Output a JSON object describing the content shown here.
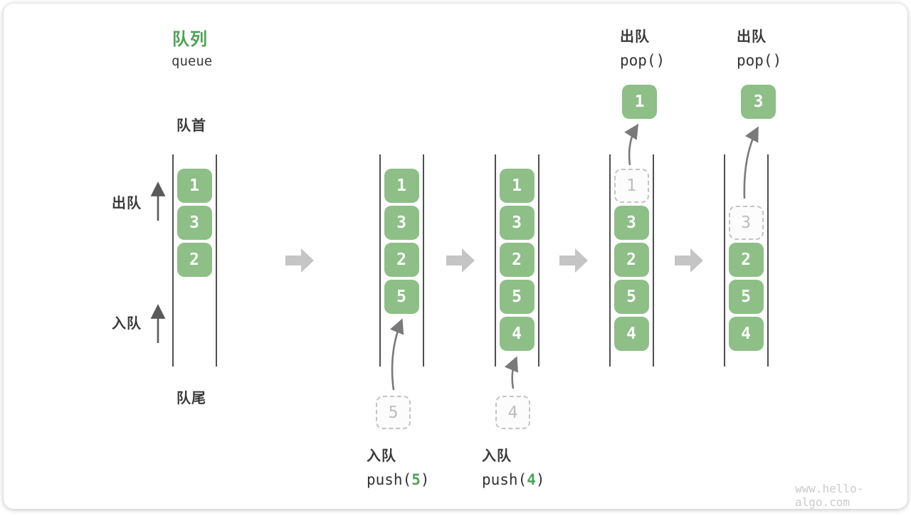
{
  "title": {
    "zh": "队列",
    "en": "queue"
  },
  "labels": {
    "front": "队首",
    "rear": "队尾",
    "dequeue_side": "出队",
    "enqueue_side": "入队"
  },
  "colors": {
    "box_green": "#8dbf87",
    "title_green": "#4ea25a",
    "text_dark": "#3a3a3a",
    "block_arrow_gray": "#c5c5c5",
    "wall_line_dark": "#4f4f4f",
    "ghost_border_gray": "#c4c4c4",
    "ghost_text_gray": "#bdbdbd",
    "curve_arrow_gray": "#7a7a7a",
    "watermark_gray": "#cbcbcb"
  },
  "states": [
    {
      "name": "initial",
      "cells": [
        {
          "value": "1",
          "row": 0,
          "ghost": false
        },
        {
          "value": "3",
          "row": 1,
          "ghost": false
        },
        {
          "value": "2",
          "row": 2,
          "ghost": false
        }
      ]
    },
    {
      "name": "after-push-5",
      "cells": [
        {
          "value": "1",
          "row": 0,
          "ghost": false
        },
        {
          "value": "3",
          "row": 1,
          "ghost": false
        },
        {
          "value": "2",
          "row": 2,
          "ghost": false
        },
        {
          "value": "5",
          "row": 3,
          "ghost": false
        }
      ]
    },
    {
      "name": "after-push-4",
      "cells": [
        {
          "value": "1",
          "row": 0,
          "ghost": false
        },
        {
          "value": "3",
          "row": 1,
          "ghost": false
        },
        {
          "value": "2",
          "row": 2,
          "ghost": false
        },
        {
          "value": "5",
          "row": 3,
          "ghost": false
        },
        {
          "value": "4",
          "row": 4,
          "ghost": false
        }
      ]
    },
    {
      "name": "after-pop-1",
      "popped": "1",
      "cells": [
        {
          "value": "1",
          "row": 0,
          "ghost": true
        },
        {
          "value": "3",
          "row": 1,
          "ghost": false
        },
        {
          "value": "2",
          "row": 2,
          "ghost": false
        },
        {
          "value": "5",
          "row": 3,
          "ghost": false
        },
        {
          "value": "4",
          "row": 4,
          "ghost": false
        }
      ]
    },
    {
      "name": "after-pop-3",
      "popped": "3",
      "cells": [
        {
          "value": "3",
          "row": 1,
          "ghost": true
        },
        {
          "value": "2",
          "row": 2,
          "ghost": false
        },
        {
          "value": "5",
          "row": 3,
          "ghost": false
        },
        {
          "value": "4",
          "row": 4,
          "ghost": false
        }
      ]
    }
  ],
  "operations": {
    "push_5": {
      "title": "入队",
      "code_before": "push(",
      "arg": "5",
      "code_after": ")",
      "staged_value": "5"
    },
    "push_4": {
      "title": "入队",
      "code_before": "push(",
      "arg": "4",
      "code_after": ")",
      "staged_value": "4"
    },
    "pop_1": {
      "title": "出队",
      "code": "pop()"
    },
    "pop_2": {
      "title": "出队",
      "code": "pop()"
    }
  },
  "watermark": "www.hello-algo.com"
}
